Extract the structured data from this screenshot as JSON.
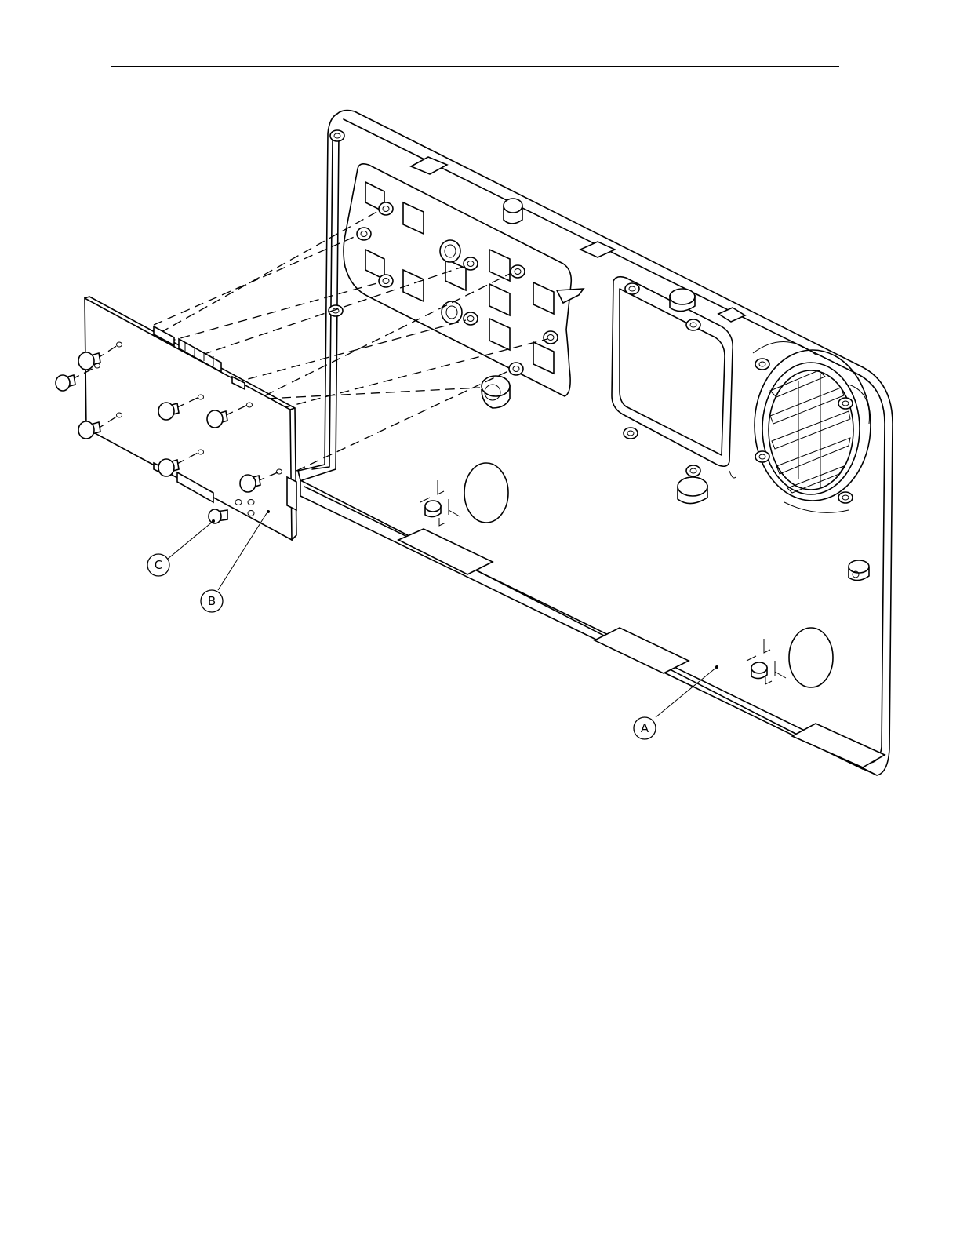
{
  "callouts": {
    "a": "A",
    "b": "B",
    "c": "C"
  },
  "icons": {
    "part_a": "front-panel-housing",
    "part_b": "circuit-board",
    "part_c": "screw"
  }
}
